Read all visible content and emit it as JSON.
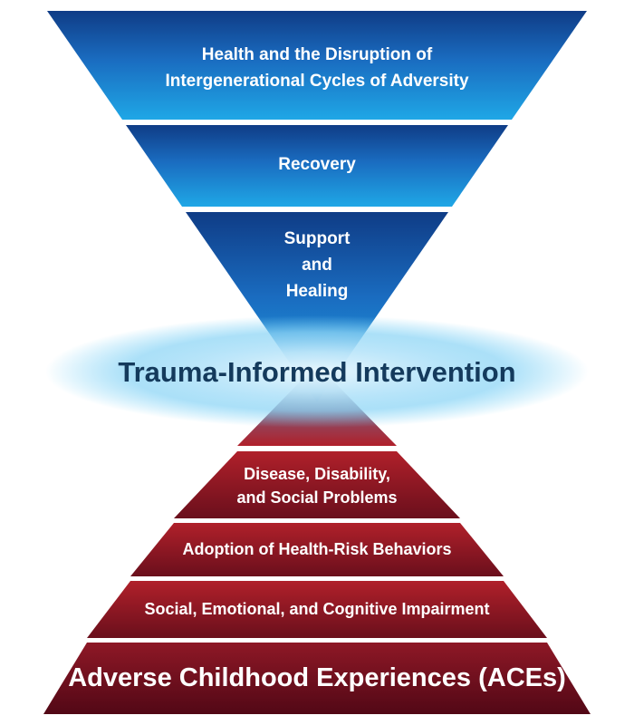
{
  "diagram": {
    "colors": {
      "blue_top": "#0f3c86",
      "blue_mid": "#1a6cc0",
      "blue_light": "#1fa7e6",
      "glow": "#7ed3f7",
      "red_light": "#b0202a",
      "red_dark": "#5a0a18",
      "center_text": "#143a5c"
    },
    "top_levels": [
      {
        "lines": [
          "Health and the Disruption of",
          "Intergenerational Cycles of Adversity"
        ]
      },
      {
        "lines": [
          "Recovery"
        ]
      },
      {
        "lines": [
          "Support",
          "and",
          "Healing"
        ]
      }
    ],
    "center": {
      "label": "Trauma-Informed Intervention"
    },
    "bottom_levels": [
      {
        "lines": [
          "Disease, Disability,",
          "and Social Problems"
        ]
      },
      {
        "lines": [
          "Adoption of Health-Risk Behaviors"
        ]
      },
      {
        "lines": [
          "Social, Emotional, and Cognitive Impairment"
        ]
      },
      {
        "lines": [
          "Adverse Childhood Experiences (ACEs)"
        ]
      }
    ]
  }
}
